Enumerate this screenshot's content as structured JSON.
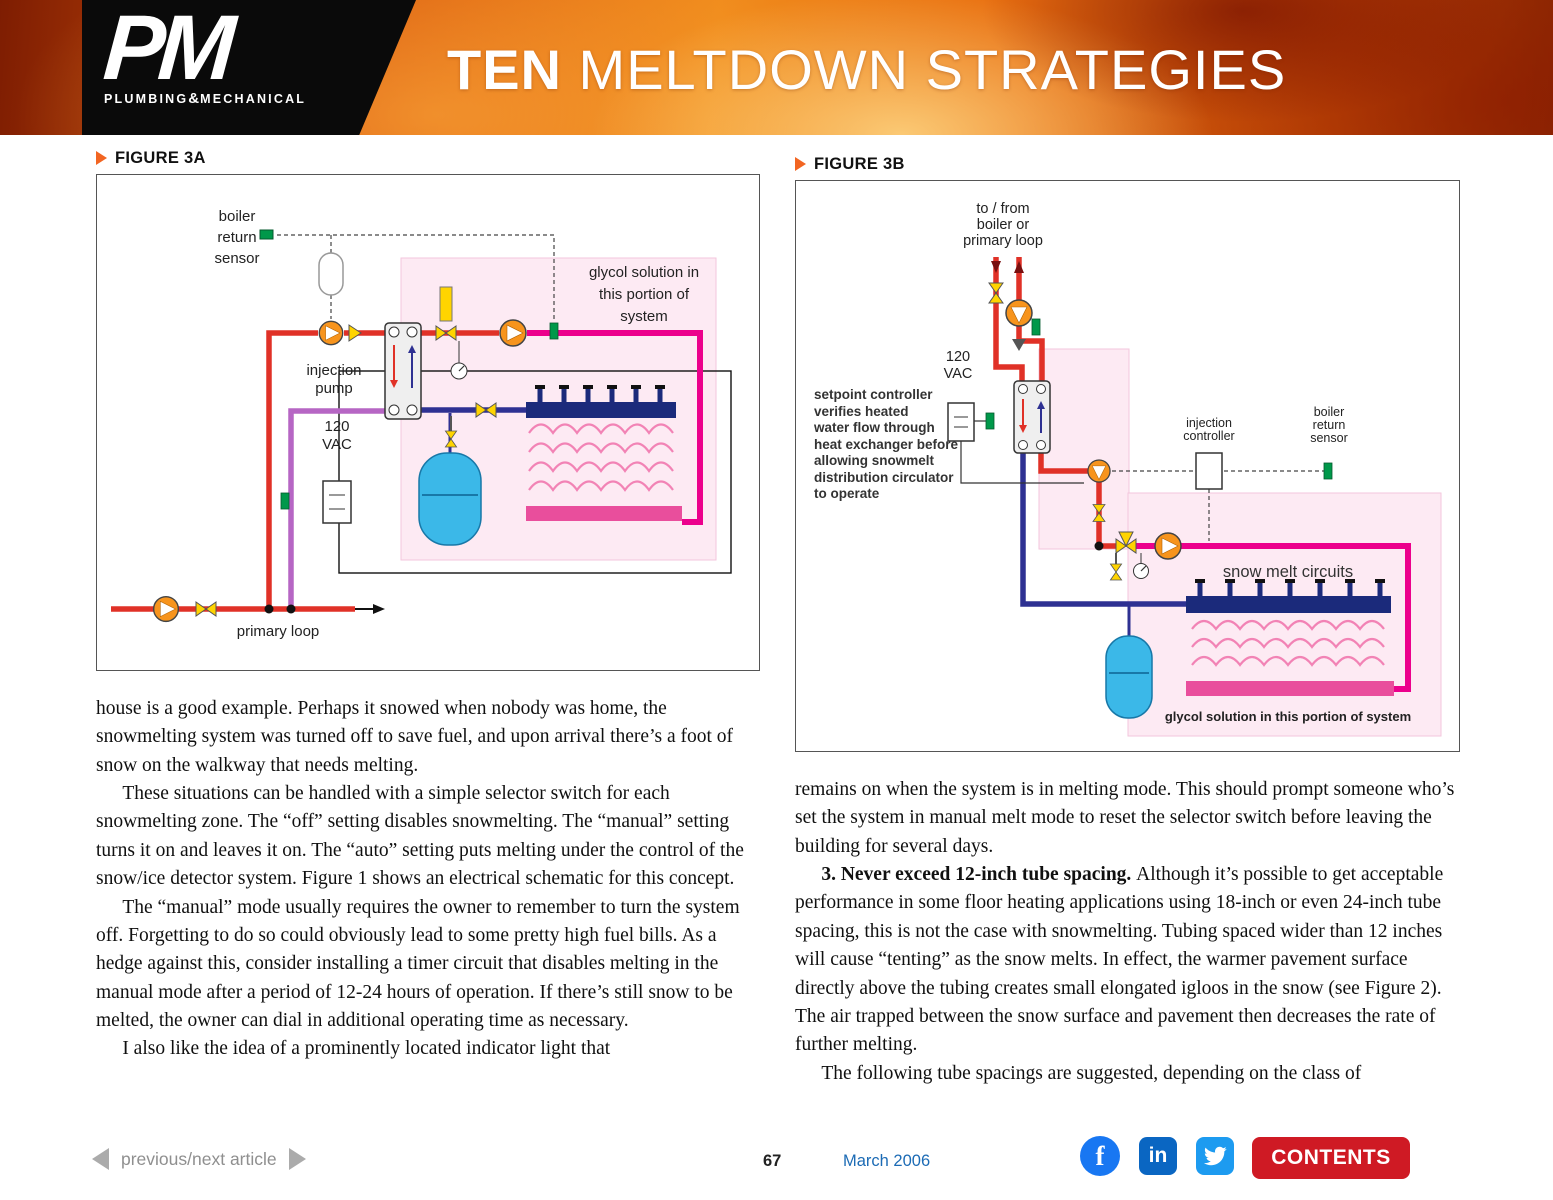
{
  "header": {
    "logo_main": "PM",
    "logo_sub_left": "PLUMBING",
    "logo_amp": "&",
    "logo_sub_right": "MECHANICAL",
    "title_bold": "TEN",
    "title_rest": " MELTDOWN STRATEGIES"
  },
  "figure_a": {
    "caption": "FIGURE 3A",
    "labels": {
      "boiler_return_1": "boiler",
      "boiler_return_2": "return",
      "boiler_return_3": "sensor",
      "injection_pump_1": "injection",
      "injection_pump_2": "pump",
      "vac_1": "120",
      "vac_2": "VAC",
      "glycol_1": "glycol solution in",
      "glycol_2": "this portion of",
      "glycol_3": "system",
      "primary_loop": "primary loop"
    }
  },
  "figure_b": {
    "caption": "FIGURE 3B",
    "labels": {
      "tofrom_1": "to / from",
      "tofrom_2": "boiler or",
      "tofrom_3": "primary loop",
      "vac_1": "120",
      "vac_2": "VAC",
      "setpoint_1": "setpoint controller",
      "setpoint_2": "verifies heated",
      "setpoint_3": "water flow through",
      "setpoint_4": "heat exchanger before",
      "setpoint_5": "allowing snowmelt",
      "setpoint_6": "distribution circulator",
      "setpoint_7": "to operate",
      "injection_controller_1": "injection",
      "injection_controller_2": "controller",
      "boiler_return_1": "boiler",
      "boiler_return_2": "return",
      "boiler_return_3": "sensor",
      "snow_melt": "snow melt circuits",
      "glycol": "glycol solution in this portion of system"
    }
  },
  "article": {
    "left": {
      "p1": "house is a good example. Perhaps it snowed when nobody was home, the snowmelting system was turned off to save fuel, and upon arrival there’s a foot of snow on the walkway that needs melting.",
      "p2": "These situations can be handled with a simple selector switch for each snowmelting zone. The “off” setting disables snowmelting. The “manual” setting turns it on and leaves it on. The “auto” setting puts melting under the control of the snow/ice detector system. Figure 1 shows an electrical schematic for this concept.",
      "p3": "The “manual” mode usually requires the owner to remember to turn the system off. Forgetting to do so could obviously lead to some pretty high fuel bills. As a hedge against this, consider installing a timer circuit that disables melting in the manual mode after a period of 12-24 hours of operation. If there’s still snow to be melted, the owner can dial in additional operating time as necessary.",
      "p4": "I also like the idea of a prominently located indicator light that"
    },
    "right": {
      "p1": "remains on when the system is in melting mode. This should prompt someone who’s set the system in manual melt mode to reset the selector switch before leaving the building for several days.",
      "p2_bold": "3. Never exceed 12-inch tube spacing. ",
      "p2_rest": "Although it’s possible to get acceptable performance in some floor heating applications using 18-inch or even 24-inch tube spacing, this is not the case with snowmelting. Tubing spaced wider than 12 inches will cause “tenting” as the snow melts. In effect, the warmer pavement surface directly above the tubing creates small elongated igloos in the snow (see Figure 2). The air trapped between the snow surface and pavement then decreases the rate of further melting.",
      "p3": "The following tube spacings are suggested, depending on the class of"
    }
  },
  "footer": {
    "prev_next_label": "previous/next article",
    "page_number": "67",
    "issue_date": "March 2006",
    "contents_label": "CONTENTS",
    "facebook_letter": "f",
    "linkedin_letters": "in"
  },
  "colors": {
    "accent_orange": "#f26522",
    "contents_red": "#cf1a24",
    "facebook_blue": "#1877f2",
    "linkedin_blue": "#0a66c2",
    "twitter_blue": "#1d9bf0",
    "date_blue": "#1c6bb5",
    "supply_red": "#e03127",
    "return_blue": "#2e3192",
    "glycol_pink": "#ec008c"
  }
}
